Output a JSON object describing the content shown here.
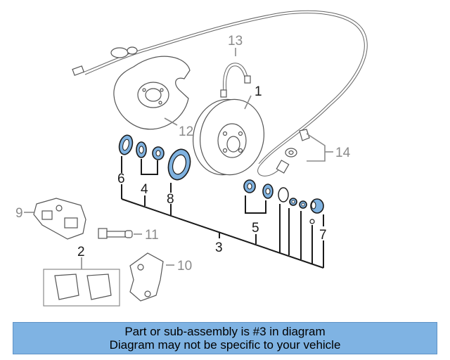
{
  "callouts": {
    "c1": "1",
    "c2": "2",
    "c3": "3",
    "c4": "4",
    "c5": "5",
    "c6": "6",
    "c7": "7",
    "c8": "8",
    "c9": "9",
    "c10": "10",
    "c11": "11",
    "c12": "12",
    "c13": "13",
    "c14": "14"
  },
  "banner": {
    "line1": "Part or sub-assembly is #3 in diagram",
    "line2": "Diagram may not be specific to your vehicle"
  },
  "colors": {
    "highlight": "#7fb2e0",
    "banner_bg": "#7fb3e3"
  }
}
